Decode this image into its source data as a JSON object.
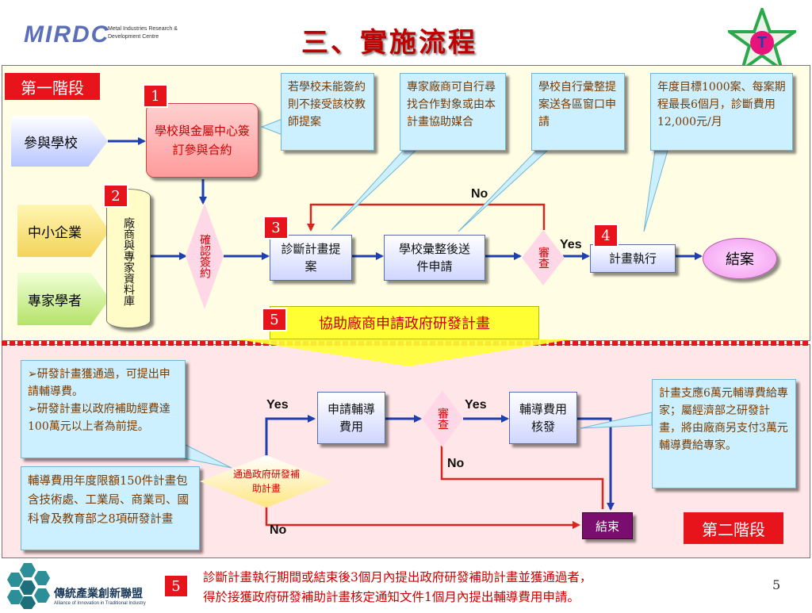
{
  "header": {
    "logo_main": "MIRDC",
    "logo_sub1": "Metal Industries Research &",
    "logo_sub2": "Development Centre",
    "title": "三、實施流程",
    "star_letter": "T"
  },
  "stage1": {
    "label": "第一階段",
    "badge1": "1",
    "badge2": "2",
    "badge3": "3",
    "badge4": "4",
    "badge5": "5",
    "participating_school": "參與學校",
    "sme": "中小企業",
    "expert": "專家學者",
    "contract_box": "學校與金屬中心簽訂參與合約",
    "database_text": "廠商與專家資料庫",
    "confirm_sign": "確認簽約",
    "diagnose": "診斷計畫提案",
    "school_submit": "學校彙整後送件申請",
    "review": "審查",
    "no": "No",
    "yes": "Yes",
    "execute": "計畫執行",
    "end": "結案",
    "note1": "若學校未能簽約則不接受該校教師提案",
    "note2": "專家廠商可自行尋找合作對象或由本計畫協助媒合",
    "note3": "學校自行彙整提案送各區窗口申請",
    "note4": "年度目標1000案、每案期程最長6個月，診斷費用12,000元/月",
    "assist_banner": "協助廠商申請政府研發計畫"
  },
  "stage2": {
    "label": "第二階段",
    "note_left_1": "➢研發計畫獲通過，可提出申請輔導費。",
    "note_left_2": "➢研發計畫以政府補助經費達100萬元以上者為前提。",
    "note_left_3": "輔導費用年度限額150件計畫包含技術處、工業局、商業司、國科會及教育部之8項研發計畫",
    "pass_gov": "通過政府研發補助計畫",
    "yes1": "Yes",
    "apply_fee": "申請輔導費用",
    "review": "審查",
    "yes2": "Yes",
    "approve_fee": "輔導費用核發",
    "no1": "No",
    "no2": "No",
    "end": "結束",
    "note_right": "計畫支應6萬元輔導費給專家；屬經濟部之研發計畫，將由廠商另支付3萬元輔導費給專家。"
  },
  "footer": {
    "org_name": "傳統產業創新聯盟",
    "org_sub": "Alliance of Innovation in Traditional Industry",
    "badge": "5",
    "note_line1": "診斷計畫執行期間或結束後3個月內提出政府研發補助計畫並獲通過者，",
    "note_line2": "得於接獲政府研發補助計畫核定通知文件1個月內提出輔導費用申請。",
    "page_number": "5"
  },
  "colors": {
    "title_red": "#c00000",
    "stage1_bg": "#fffde4",
    "stage2_bg": "#ffe6e8",
    "arrow_blue": "#1f3fae",
    "line_red": "#d9261c",
    "note_bg": "#ccf0ff"
  }
}
